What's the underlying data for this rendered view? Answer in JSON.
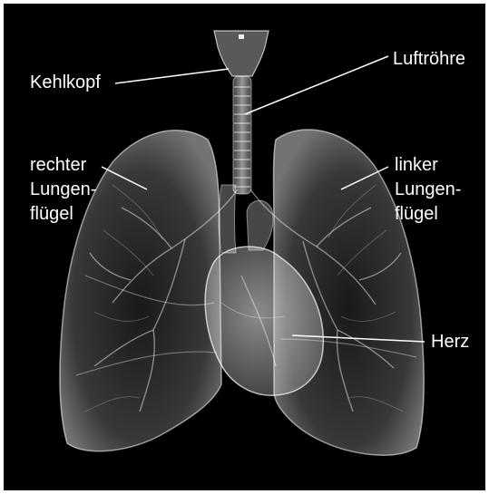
{
  "labels": {
    "larynx": "Kehlkopf",
    "trachea": "Luftröhre",
    "right_lung": [
      "rechter",
      "Lungen-",
      "flügel"
    ],
    "left_lung": [
      "linker",
      "Lungen-",
      "flügel"
    ],
    "heart": "Herz"
  },
  "colors": {
    "background": "#000000",
    "frame": "#ffffff",
    "label_text": "#ffffff",
    "leader_line": "#ffffff"
  }
}
